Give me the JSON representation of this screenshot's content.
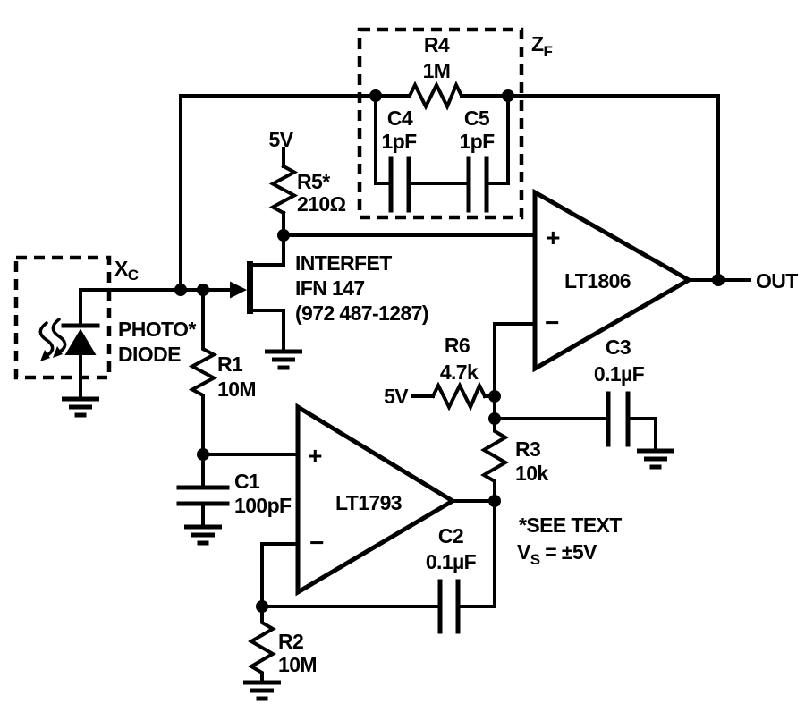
{
  "colors": {
    "ink": "#000000",
    "paper": "#ffffff"
  },
  "feedback_network": {
    "designator_main": "Z",
    "designator_sub": "F",
    "r4_ref": "R4",
    "r4_value": "1M",
    "c4_ref": "C4",
    "c4_value": "1pF",
    "c5_ref": "C5",
    "c5_value": "1pF"
  },
  "jfet_stage": {
    "supply": "5V",
    "r5_ref": "R5*",
    "r5_value": "210Ω",
    "mfr": "INTERFET",
    "part": "IFN 147",
    "contact": "(972 487-1287)"
  },
  "input_stage": {
    "node_main": "X",
    "node_sub": "C",
    "photo_line1": "PHOTO*",
    "photo_line2": "DIODE",
    "r1_ref": "R1",
    "r1_value": "10M",
    "c1_ref": "C1",
    "c1_value": "100pF"
  },
  "opamp_a1": {
    "part": "LT1806",
    "plus": "+",
    "minus": "−"
  },
  "opamp_a2": {
    "part": "LT1793",
    "plus": "+",
    "minus": "−"
  },
  "output": {
    "label": "OUT"
  },
  "bias_stage": {
    "supply": "5V",
    "r6_ref": "R6",
    "r6_value": "4.7k",
    "r3_ref": "R3",
    "r3_value": "10k",
    "c3_ref": "C3",
    "c3_value": "0.1µF"
  },
  "integrator_stage": {
    "r2_ref": "R2",
    "r2_value": "10M",
    "c2_ref": "C2",
    "c2_value": "0.1µF"
  },
  "notes": {
    "see_text": "*SEE TEXT",
    "vs_main": "V",
    "vs_sub": "S",
    "vs_rest": " = ±5V"
  }
}
